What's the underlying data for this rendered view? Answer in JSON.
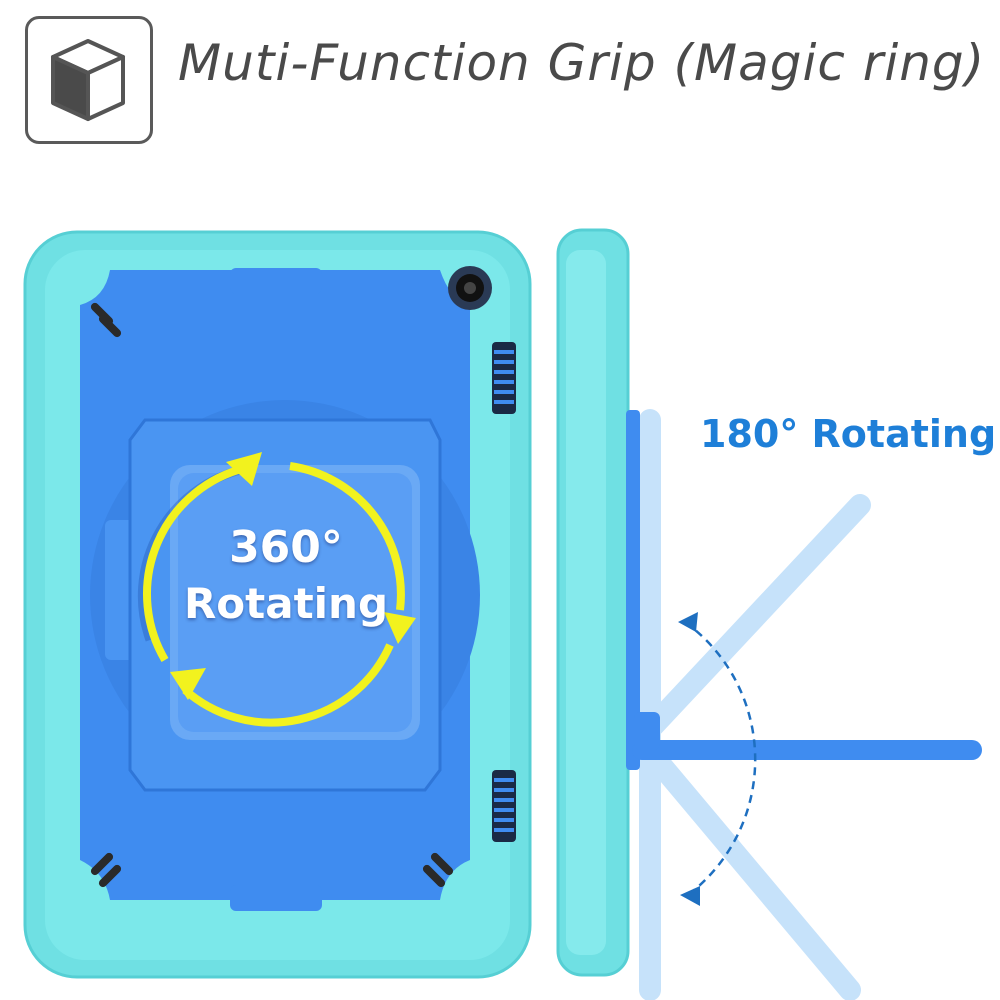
{
  "header": {
    "title": "Muti-Function Grip (Magic ring)",
    "icon": "box-3d-icon"
  },
  "front_view": {
    "rotation_label_line1": "360°",
    "rotation_label_line2": "Rotating"
  },
  "side_view": {
    "rotation_label": "180° Rotating"
  },
  "colors": {
    "case_teal": "#6fe0e3",
    "case_blue": "#3f8cf0",
    "arrow_yellow": "#f2f21e",
    "label_blue": "#1e7fd8",
    "stand_light": "#c6e2fa"
  }
}
